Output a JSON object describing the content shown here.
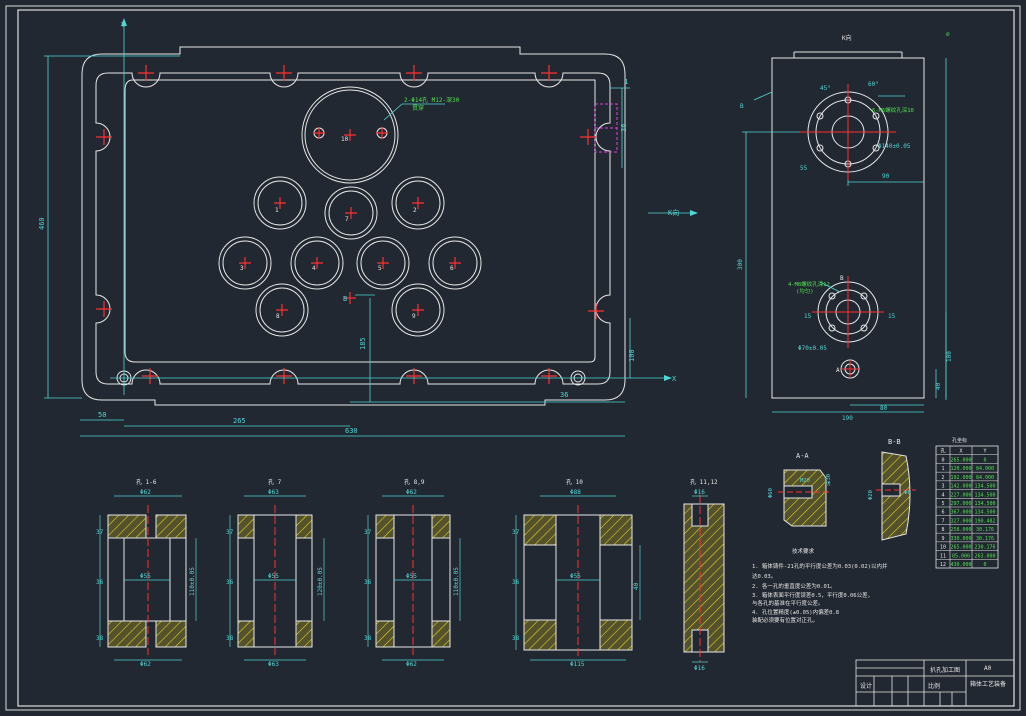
{
  "colors": {
    "background": "#222831",
    "outline": "#e6e6e6",
    "dimension": "#4fd6d6",
    "center": "#ff3030",
    "hatch": "#e6d020",
    "annotation": "#50e050",
    "hidden": "#e040e0"
  },
  "main_view": {
    "axis_y": "Y",
    "axis_x": "X",
    "dim_height": "460",
    "dim_width": "630",
    "dim_50": "50",
    "dim_265": "265",
    "dim_185": "185",
    "dim_100": "100",
    "dim_36": "36",
    "note_bolt": "2-Φ14孔 M12-深30",
    "note_bolt_sub": "贯穿",
    "side_tag": "1",
    "hole_ids": [
      "1",
      "2",
      "3",
      "4",
      "5",
      "6",
      "7",
      "8",
      "9",
      "10"
    ],
    "point_label": "B",
    "direction_mark": "K向"
  },
  "side_view": {
    "title": "K向",
    "marker_b": "B",
    "dim_300": "300",
    "dim_90_top": "90",
    "dim_80": "80",
    "dim_100": "100",
    "dim_40": "40",
    "dim_190": "190",
    "note_top": "6-M6螺纹孔深10",
    "note_bottom": "4-M8螺纹孔深12",
    "note_bottom_sub": "(均匀)",
    "angle_45": "45°",
    "angle_60": "60°",
    "dia_top": "Φ140±0.05",
    "dia_bottom": "Φ70±0.05",
    "point_a": "A",
    "point_b2": "B",
    "dim_15": "15",
    "dim_55": "55"
  },
  "section_views": [
    {
      "title": "孔 1-6",
      "top_dim": "Φ62",
      "mid_dim": "Φ55",
      "bot_dim": "Φ62",
      "h_dim": "110±0.05",
      "d37": "37",
      "d36": "36",
      "d38": "38"
    },
    {
      "title": "孔 7",
      "top_dim": "Φ63",
      "mid_dim": "Φ55",
      "bot_dim": "Φ63",
      "h_dim": "120±0.05",
      "d37": "37",
      "d36": "36",
      "d38": "38"
    },
    {
      "title": "孔 8,9",
      "top_dim": "Φ62",
      "mid_dim": "Φ55",
      "bot_dim": "Φ62",
      "h_dim": "110±0.05",
      "d37": "37",
      "d36": "36",
      "d38": "38"
    },
    {
      "title": "孔 10",
      "top_dim": "Φ88",
      "mid_dim": "Φ55",
      "bot_dim": "Φ115",
      "h_dim": "40",
      "d37": "37",
      "d36": "36",
      "d38": "38"
    },
    {
      "title": "孔 11,12",
      "top_dim": "Φ16",
      "mid_dim": "",
      "bot_dim": "Φ16",
      "h_dim": "",
      "d37": "",
      "d36": "",
      "d38": ""
    }
  ],
  "detail_views": {
    "aa_title": "A-A",
    "bb_title": "B-B",
    "aa_dims": [
      "Φ60",
      "M20",
      "深30"
    ],
    "bb_dims": [
      "Φ20",
      "Φ8"
    ]
  },
  "tech_notes": {
    "title": "技术要求",
    "lines": [
      "1. 箱体铸件-21孔的平行度公差为0.03(0.02)以内并",
      "   达0.03。",
      "2. 各一孔的垂直度公差为0.01。",
      "3. 箱体表面平行度误差0.5，平行度0.06公差，",
      "   与各孔的基准在平行度公差。",
      "4. 孔位置精度(±0.05)内偏差0.8",
      "   装配必须要有位置对正孔。"
    ]
  },
  "coord_table": {
    "title": "孔坐标",
    "headers": [
      "孔",
      "X",
      "Y"
    ],
    "rows": [
      [
        "0",
        "265.000",
        "0"
      ],
      [
        "1",
        "120.000",
        "84.000"
      ],
      [
        "2",
        "192.000",
        "84.000"
      ],
      [
        "3",
        "142.000",
        "134.500"
      ],
      [
        "4",
        "227.000",
        "134.500"
      ],
      [
        "5",
        "297.000",
        "134.500"
      ],
      [
        "6",
        "367.000",
        "134.500"
      ],
      [
        "7",
        "327.000",
        "190.482"
      ],
      [
        "8",
        "258.000",
        "30.176"
      ],
      [
        "9",
        "330.000",
        "30.176"
      ],
      [
        "10",
        "265.000",
        "230.176"
      ],
      [
        "11",
        "85.000",
        "263.000"
      ],
      [
        "12",
        "430.000",
        "0"
      ]
    ]
  },
  "title_block": {
    "name": "扒孔加工图",
    "size": "A0",
    "subtitle": "箱体工艺装备",
    "school": "设计",
    "row_label": "比例"
  },
  "corner_mark": "⌀"
}
